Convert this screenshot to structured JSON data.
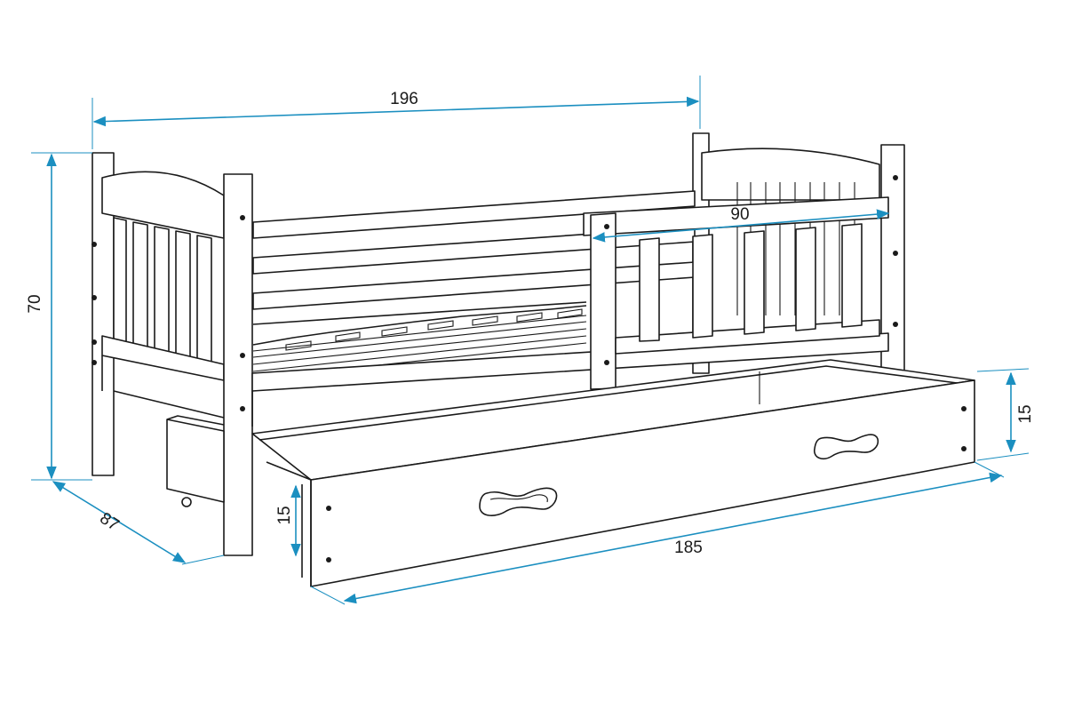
{
  "dimensions": {
    "length_total": "196",
    "height": "70",
    "depth": "87",
    "rail_length": "90",
    "drawer_length": "185",
    "drawer_height_front": "15",
    "drawer_height_side": "15"
  },
  "colors": {
    "line": "#1a1a1a",
    "dimension_line": "#1b8fc0",
    "background": "#ffffff"
  }
}
